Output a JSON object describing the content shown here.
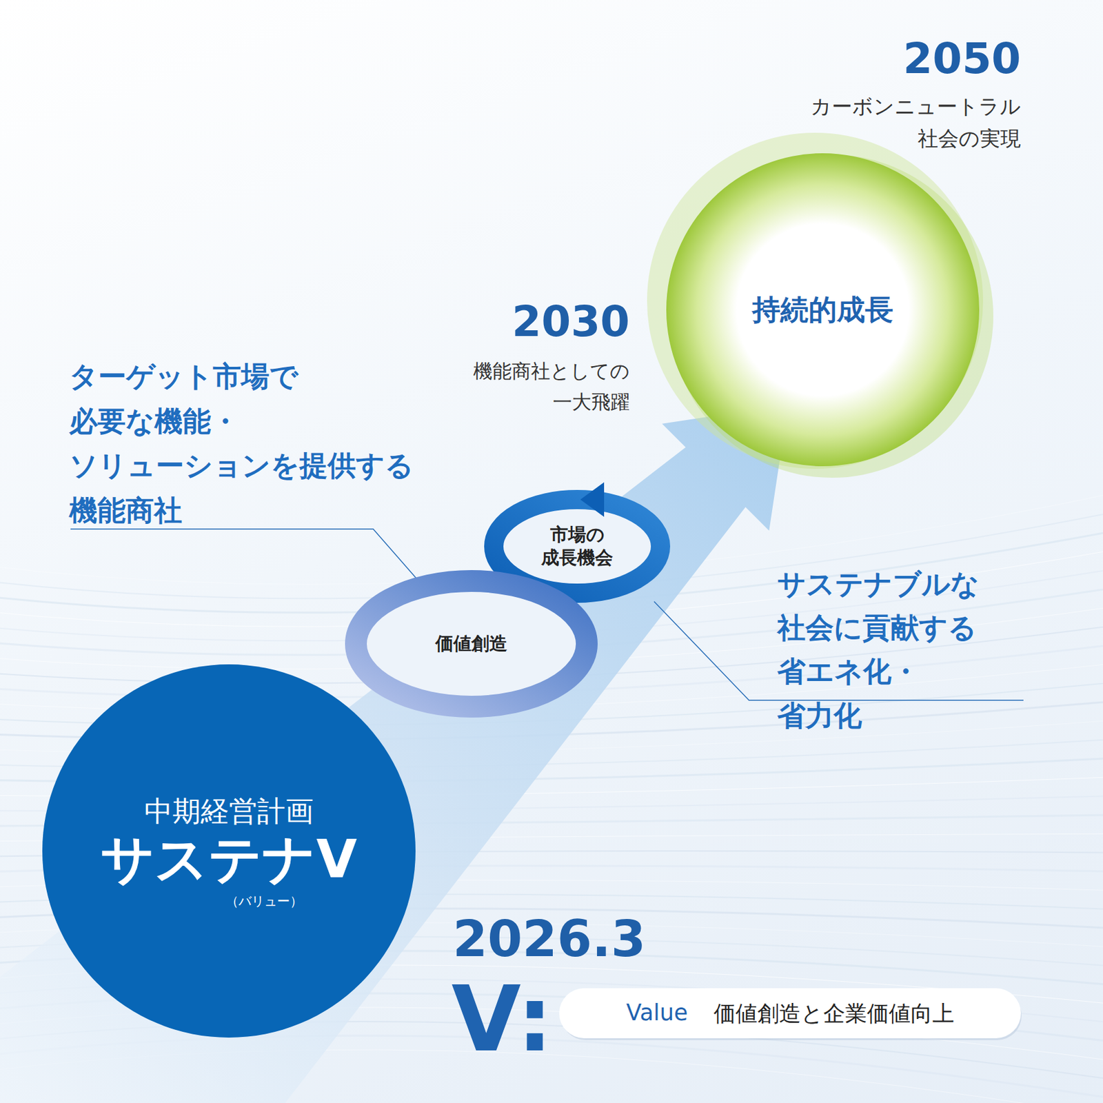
{
  "diagram": {
    "nodes": [
      {
        "text": [
          "持続的成長"
        ]
      },
      {
        "text": [
          "市場の 成長機会"
        ]
      },
      {
        "text": [
          "価値創造"
        ]
      },
      {
        "text": [
          "中期経営計画",
          "サステナV",
          "（バリュー）"
        ]
      },
      {
        "text": [
          "Value",
          "価値創造と企業価値向上"
        ]
      }
    ],
    "labels": [
      "2050",
      "カーボンニュートラル 社会の実現",
      "2030",
      "機能商社としての 一大飛躍",
      "ターゲット市場で 必要な機能・ ソリューションを提供する 機能商社",
      "サステナブルな 社会に貢献する 省エネ化・省力化",
      "2026.3",
      "V:"
    ]
  }
}
